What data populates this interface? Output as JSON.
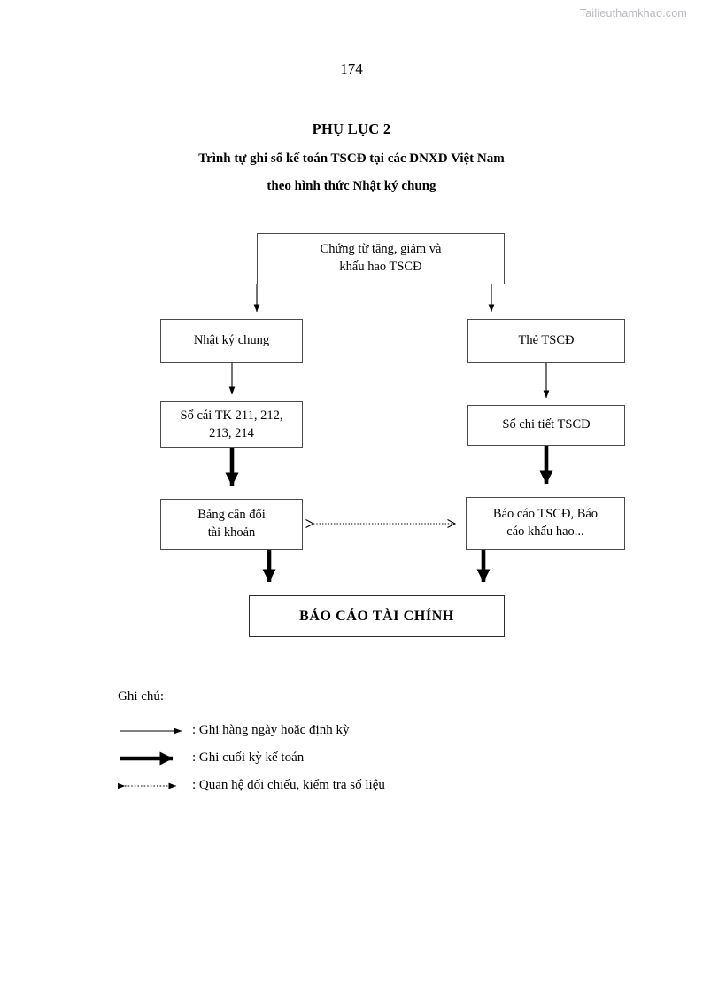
{
  "watermark": "Tailieuthamkhao.com",
  "page": {
    "number": "174",
    "title": "PHỤ LỤC 2",
    "subtitle_line1": "Trình tự ghi sổ kế toán TSCĐ tại các DNXD Việt Nam",
    "subtitle_line2": "theo hình thức Nhật ký chung"
  },
  "flowchart": {
    "nodes": {
      "source_document": {
        "line1": "Chứng từ tăng, giảm và",
        "line2": "khấu hao TSCĐ"
      },
      "general_journal": {
        "line1": "Nhật ký chung"
      },
      "asset_card": {
        "line1": "Thẻ TSCĐ"
      },
      "general_ledger": {
        "line1": "Sổ cái TK 211, 212,",
        "line2": "213, 214"
      },
      "detail_book": {
        "line1": "Sổ chi tiết TSCĐ"
      },
      "trial_balance": {
        "line1": "Bảng cân đối",
        "line2": "tài khoản"
      },
      "asset_report": {
        "line1": "Báo cáo TSCĐ, Báo",
        "line2": "cáo khấu hao..."
      },
      "financial_report": {
        "line1": "BÁO CÁO TÀI CHÍNH"
      }
    }
  },
  "legend": {
    "title": "Ghi chú:",
    "items": [
      {
        "symbol": "thin-solid-arrow",
        "label": ": Ghi  hàng ngày hoặc định kỳ"
      },
      {
        "symbol": "thick-solid-arrow",
        "label": ": Ghi cuối kỳ kế toán"
      },
      {
        "symbol": "dotted-double-arrow",
        "label": ": Quan hệ đối chiếu, kiểm tra số liệu"
      }
    ]
  },
  "colors": {
    "ink": "#000000",
    "box_border": "#4a4a4a",
    "watermark": "#b9b9bd",
    "paper": "#ffffff"
  }
}
